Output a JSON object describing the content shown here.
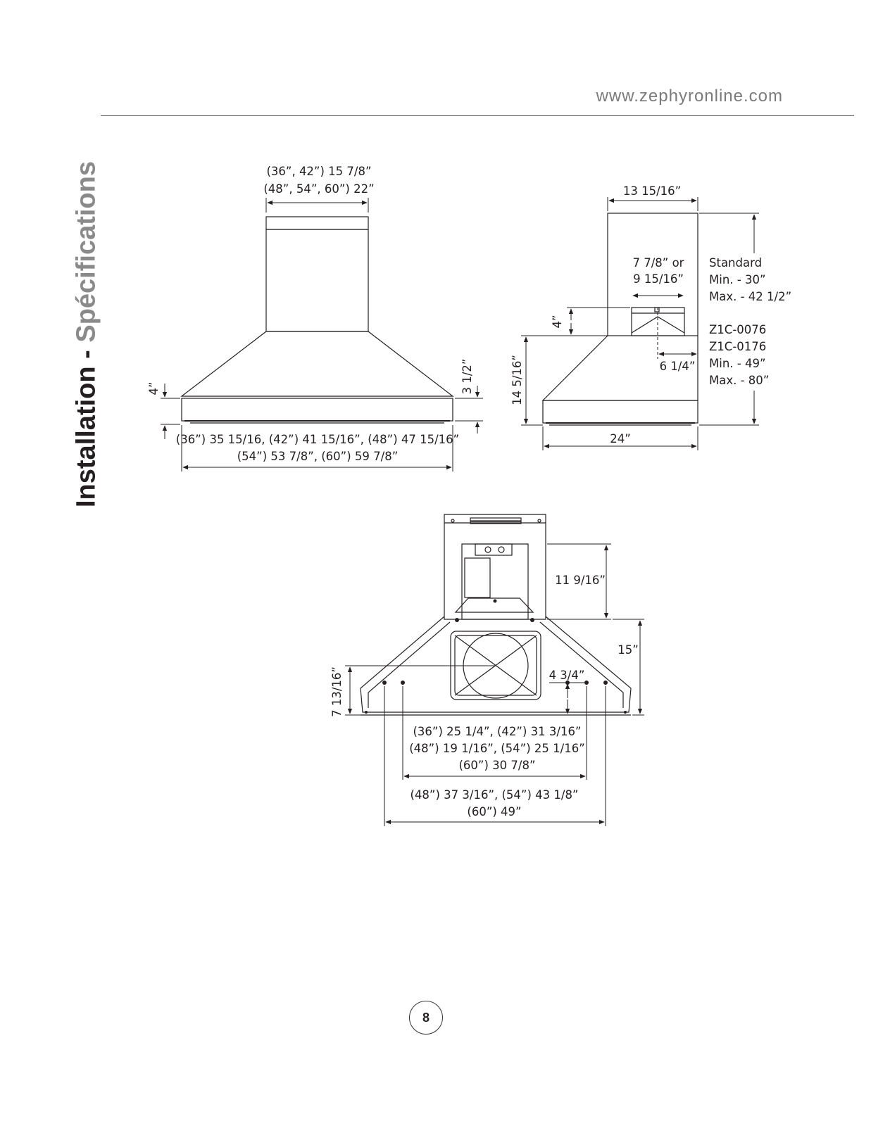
{
  "header": {
    "website": "www.zephyronline.com"
  },
  "side_title": {
    "part1": "Installation - ",
    "part2": "Spécifications"
  },
  "front_view": {
    "chimney_width_line1": "(36”, 42”) 15 7/8”",
    "chimney_width_line2": "(48”, 54”, 60”) 22”",
    "hood_height_left": "4”",
    "hood_height_right": "3 1/2”",
    "overall_width_line1": "(36”) 35 15/16, (42”) 41 15/16”, (48”) 47 15/16”",
    "overall_width_line2": "(54”) 53 7/8”, (60”) 59 7/8”"
  },
  "side_view": {
    "chimney_depth": "13 15/16”",
    "duct_line1": "7 7/8” or",
    "duct_line2": "9 15/16”",
    "duct_offset_height": "4”",
    "duct_center": "6 1/4”",
    "hood_height": "14 5/16”",
    "depth": "24”",
    "standard_title": "Standard",
    "standard_min": "Min. - 30”",
    "standard_max": "Max. - 42 1/2”",
    "model_1": "Z1C-0076",
    "model_2": "Z1C-0176",
    "extended_min": "Min. - 49”",
    "extended_max": "Max. - 80”"
  },
  "bottom_view": {
    "top_height": "11 9/16”",
    "lower_height": "15”",
    "center_height": "7 13/16”",
    "bracket_height": "4 3/4”",
    "inner_spacing_line1": "(36”) 25 1/4”, (42”) 31 3/16”",
    "inner_spacing_line2": "(48”) 19 1/16”, (54”) 25 1/16”",
    "inner_spacing_line3": "(60”) 30 7/8”",
    "outer_spacing_line1": "(48”) 37 3/16”, (54”) 43 1/8”",
    "outer_spacing_line2": "(60”) 49”"
  },
  "page": {
    "number": "8"
  }
}
